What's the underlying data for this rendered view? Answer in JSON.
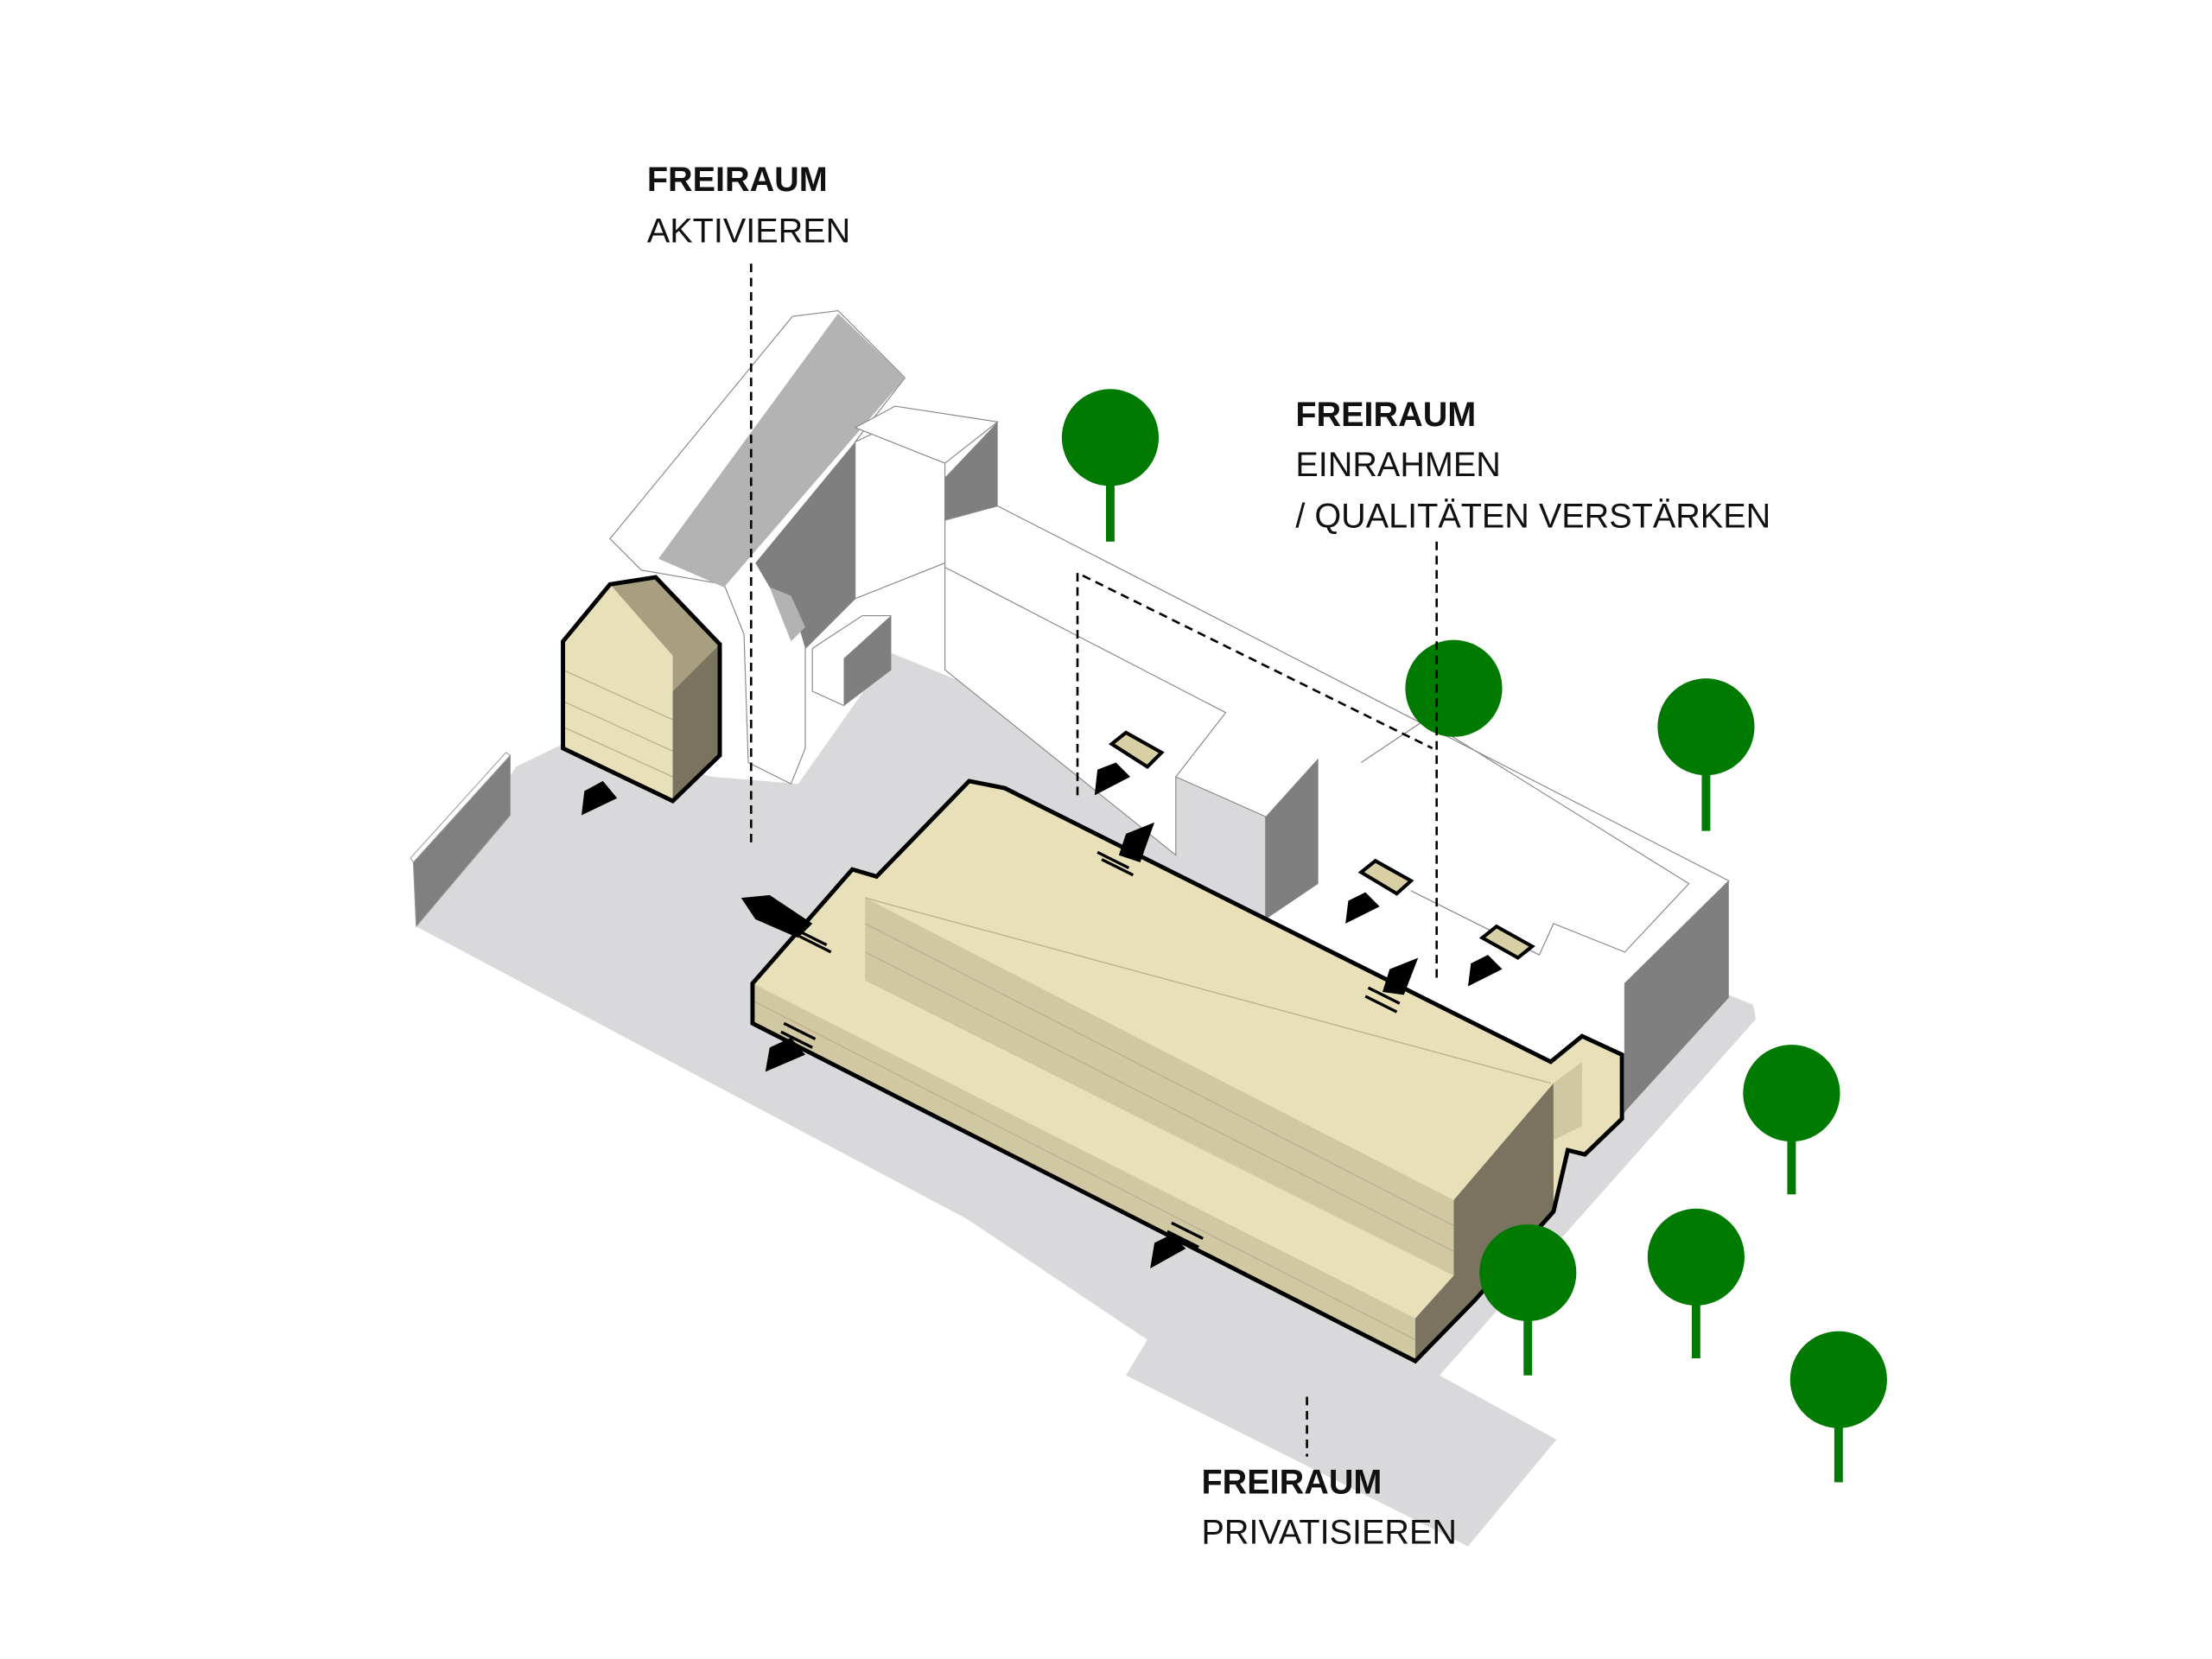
{
  "labels": {
    "activate": {
      "title": "FREIRAUM",
      "line1": "AKTIVIEREN"
    },
    "frame": {
      "title": "FREIRAUM",
      "line1": "EINRAHMEN",
      "line2": "/ QUALITÄTEN VERSTÄRKEN"
    },
    "privatize": {
      "title": "FREIRAUM",
      "line1": "PRIVATISIEREN"
    }
  },
  "colors": {
    "ground": "#d9d9db",
    "tree": "#007a00",
    "beige_top": "#e8e0b9",
    "beige_side": "#cfc8a2",
    "beige_dark": "#7a7360",
    "gray_roof": "#b3b3b3",
    "gray_side": "#808080"
  }
}
